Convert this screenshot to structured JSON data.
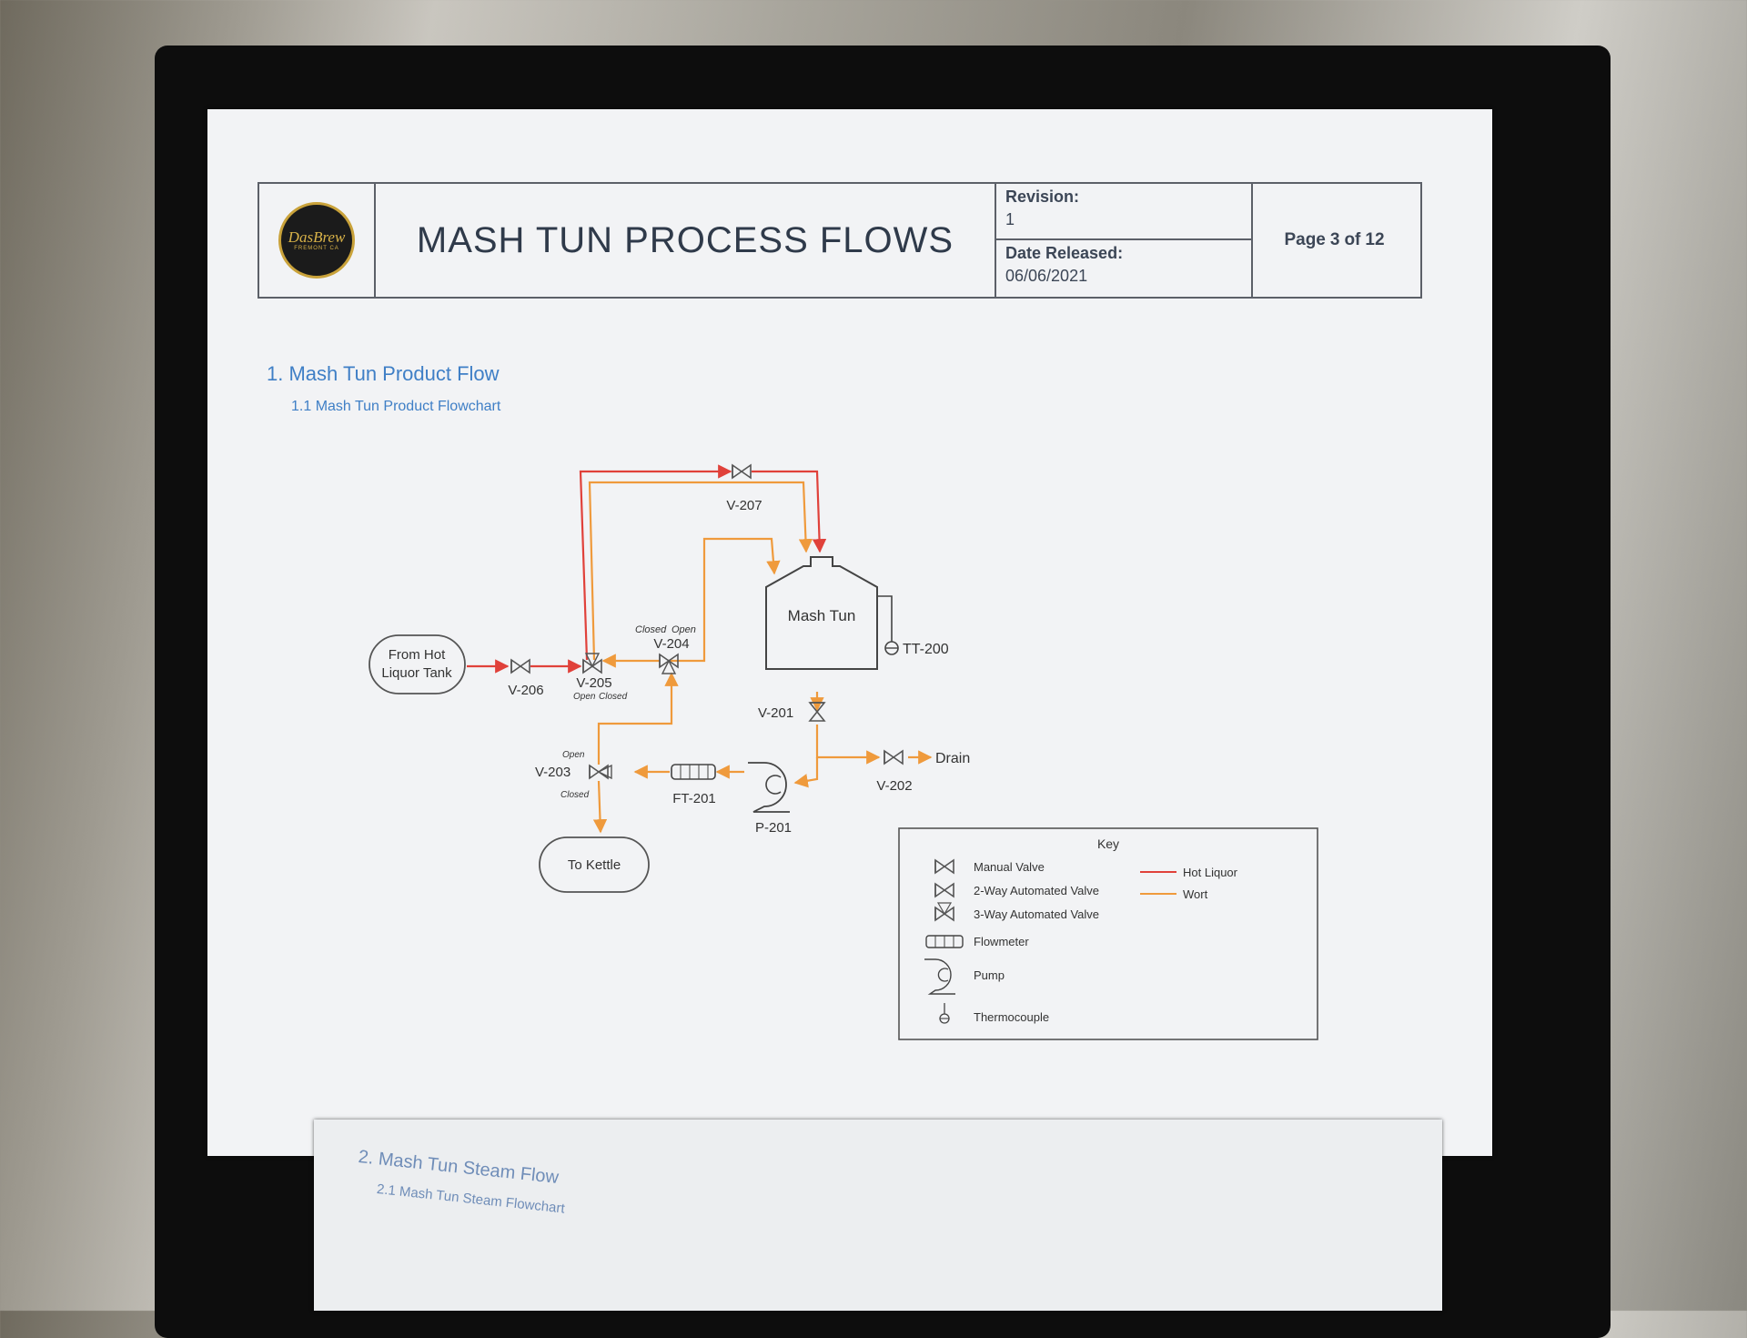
{
  "header": {
    "title": "MASH TUN PROCESS FLOWS",
    "logo_line1": "DasBrew",
    "logo_line2": "FREMONT CA",
    "revision_label": "Revision:",
    "revision_value": "1",
    "date_label": "Date Released:",
    "date_value": "06/06/2021",
    "page_prefix": "Page",
    "page_current": "3",
    "page_mid": "of",
    "page_total": "12"
  },
  "section1": {
    "heading": "1. Mash Tun Product Flow",
    "subheading": "1.1 Mash Tun Product Flowchart"
  },
  "section2": {
    "heading": "2. Mash Tun Steam Flow",
    "subheading": "2.1 Mash Tun Steam Flowchart"
  },
  "diagram": {
    "nodes": {
      "from_hot_line1": "From Hot",
      "from_hot_line2": "Liquor Tank",
      "to_kettle": "To Kettle",
      "mash_tun": "Mash Tun",
      "tt200": "TT-200",
      "drain": "Drain"
    },
    "valves": {
      "v207": "V-207",
      "v206": "V-206",
      "v205": "V-205",
      "v204": "V-204",
      "v203": "V-203",
      "v201": "V-201",
      "v202": "V-202"
    },
    "equipment": {
      "ft201": "FT-201",
      "p201": "P-201"
    },
    "port_labels": {
      "v204_closed": "Closed",
      "v204_open": "Open",
      "v205_open": "Open",
      "v205_closed": "Closed",
      "v203_open": "Open",
      "v203_closed": "Closed"
    },
    "colors": {
      "hot_liquor": "#e0413a",
      "wort": "#ef9a3c",
      "line": "#4a4a4a"
    }
  },
  "key": {
    "title": "Key",
    "manual_valve": "Manual Valve",
    "two_way": "2-Way Automated Valve",
    "three_way": "3-Way Automated Valve",
    "flowmeter": "Flowmeter",
    "pump": "Pump",
    "thermocouple": "Thermocouple",
    "hot_liquor": "Hot Liquor",
    "wort": "Wort"
  }
}
